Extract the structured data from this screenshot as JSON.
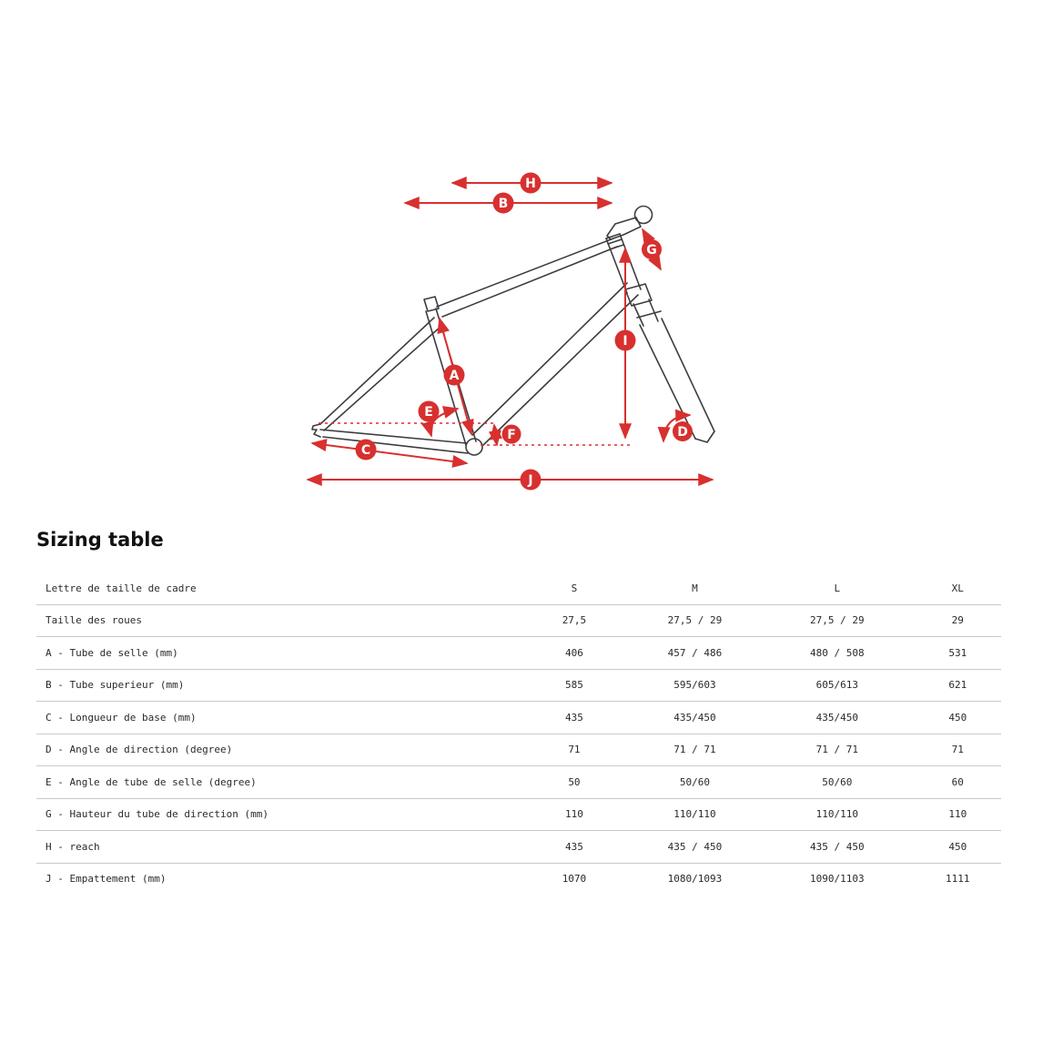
{
  "heading": "Sizing table",
  "diagram": {
    "markers": [
      {
        "letter": "H"
      },
      {
        "letter": "B"
      },
      {
        "letter": "G"
      },
      {
        "letter": "I"
      },
      {
        "letter": "A"
      },
      {
        "letter": "E"
      },
      {
        "letter": "F"
      },
      {
        "letter": "C"
      },
      {
        "letter": "D"
      },
      {
        "letter": "J"
      }
    ],
    "colors": {
      "accent": "#d7302f",
      "frame": "#3d3d3d"
    }
  },
  "table": {
    "header": {
      "label": "Lettre de taille de cadre",
      "cols": [
        "S",
        "M",
        "L",
        "XL"
      ]
    },
    "rows": [
      {
        "label": "Taille des roues",
        "values": [
          "27,5",
          "27,5 / 29",
          "27,5 / 29",
          "29"
        ]
      },
      {
        "label": "A - Tube de selle (mm)",
        "values": [
          "406",
          "457 / 486",
          "480 / 508",
          "531"
        ]
      },
      {
        "label": "B - Tube superieur (mm)",
        "values": [
          "585",
          "595/603",
          "605/613",
          "621"
        ]
      },
      {
        "label": "C - Longueur de base (mm)",
        "values": [
          "435",
          "435/450",
          "435/450",
          "450"
        ]
      },
      {
        "label": "D - Angle de direction (degree)",
        "values": [
          "71",
          "71 / 71",
          "71 / 71",
          "71"
        ]
      },
      {
        "label": "E - Angle de tube de selle (degree)",
        "values": [
          "50",
          "50/60",
          "50/60",
          "60"
        ]
      },
      {
        "label": "G - Hauteur du tube de direction (mm)",
        "values": [
          "110",
          "110/110",
          "110/110",
          "110"
        ]
      },
      {
        "label": "H - reach",
        "values": [
          "435",
          "435 / 450",
          "435 / 450",
          "450"
        ]
      },
      {
        "label": "J - Empattement (mm)",
        "values": [
          "1070",
          "1080/1093",
          "1090/1103",
          "1111"
        ]
      }
    ]
  }
}
